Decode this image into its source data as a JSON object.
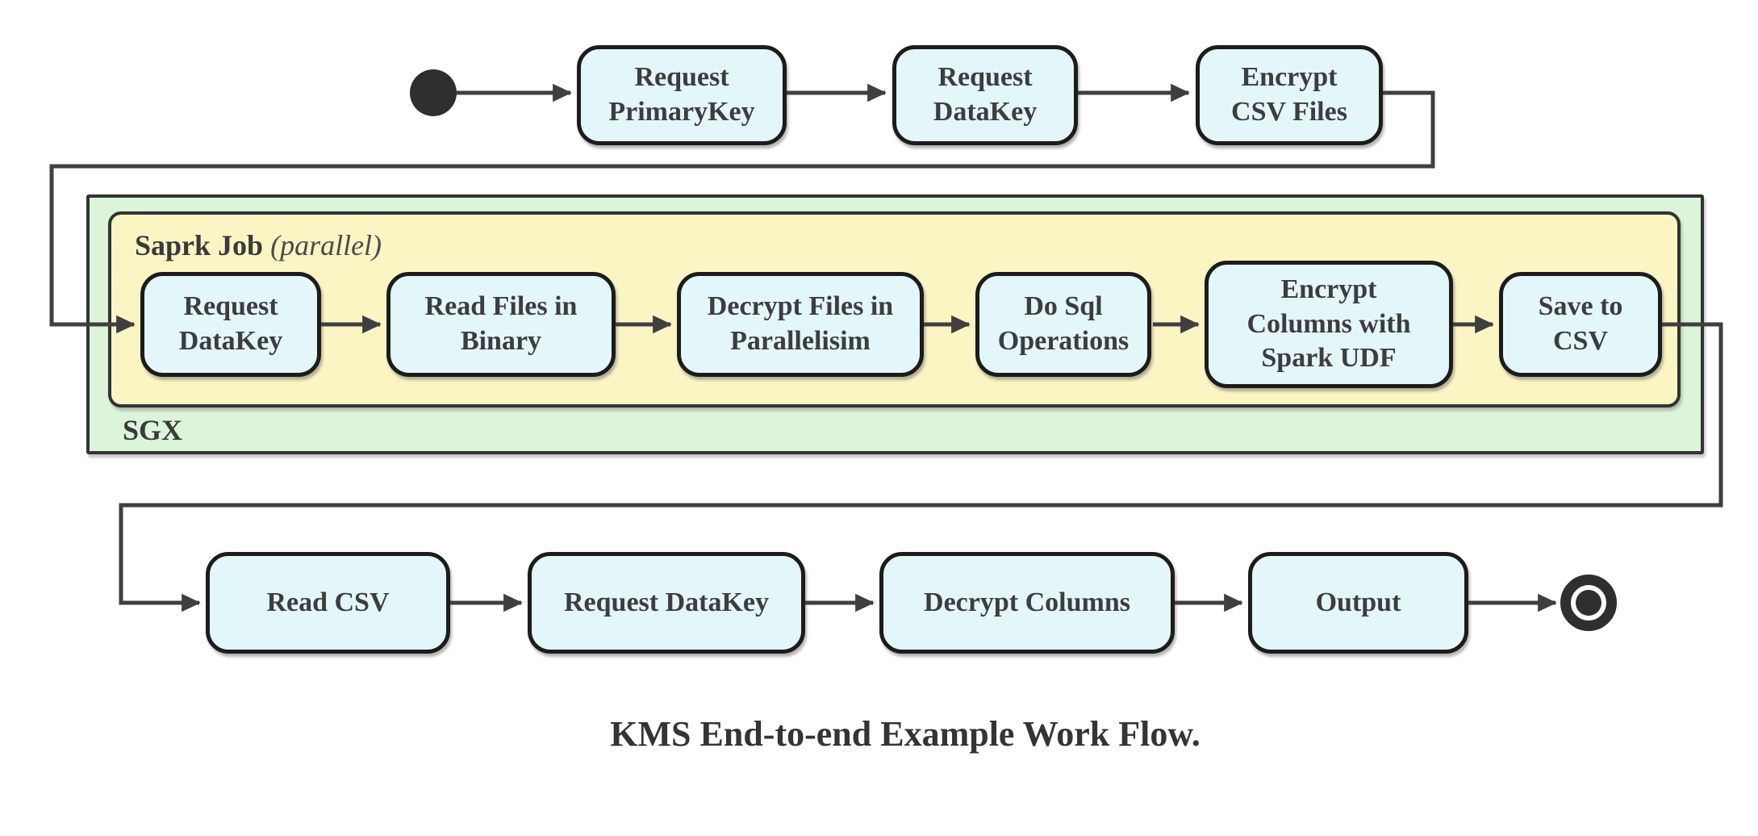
{
  "caption": "KMS End-to-end Example Work Flow.",
  "icons": {
    "start": "filled-circle-initial-state",
    "end": "ring-dot-final-state"
  },
  "colors": {
    "node_fill": "#e3f6f9",
    "node_border": "#1c1c1c",
    "text": "#3d3d3d",
    "sgx_container_fill": "#dcf4d9",
    "spark_container_fill": "#fbf5c4",
    "container_border": "#333333",
    "connector": "#3f3f3f"
  },
  "top_flow": {
    "request_primarykey": "Request\nPrimaryKey",
    "request_datakey": "Request\nDataKey",
    "encrypt_csv_files": "Encrypt\nCSV Files"
  },
  "sgx": {
    "label": "SGX",
    "spark_job": {
      "label": "Saprk Job",
      "label_qualifier": "(parallel)",
      "request_datakey": "Request\nDataKey",
      "read_files": "Read Files in\nBinary",
      "decrypt_files": "Decrypt Files in\nParallelisim",
      "do_sql": "Do Sql\nOperations",
      "encrypt_columns": "Encrypt\nColumns with\nSpark UDF",
      "save_to_csv": "Save to CSV"
    }
  },
  "bottom_flow": {
    "read_csv": "Read CSV",
    "request_datakey": "Request DataKey",
    "decrypt_columns": "Decrypt Columns",
    "output": "Output"
  }
}
